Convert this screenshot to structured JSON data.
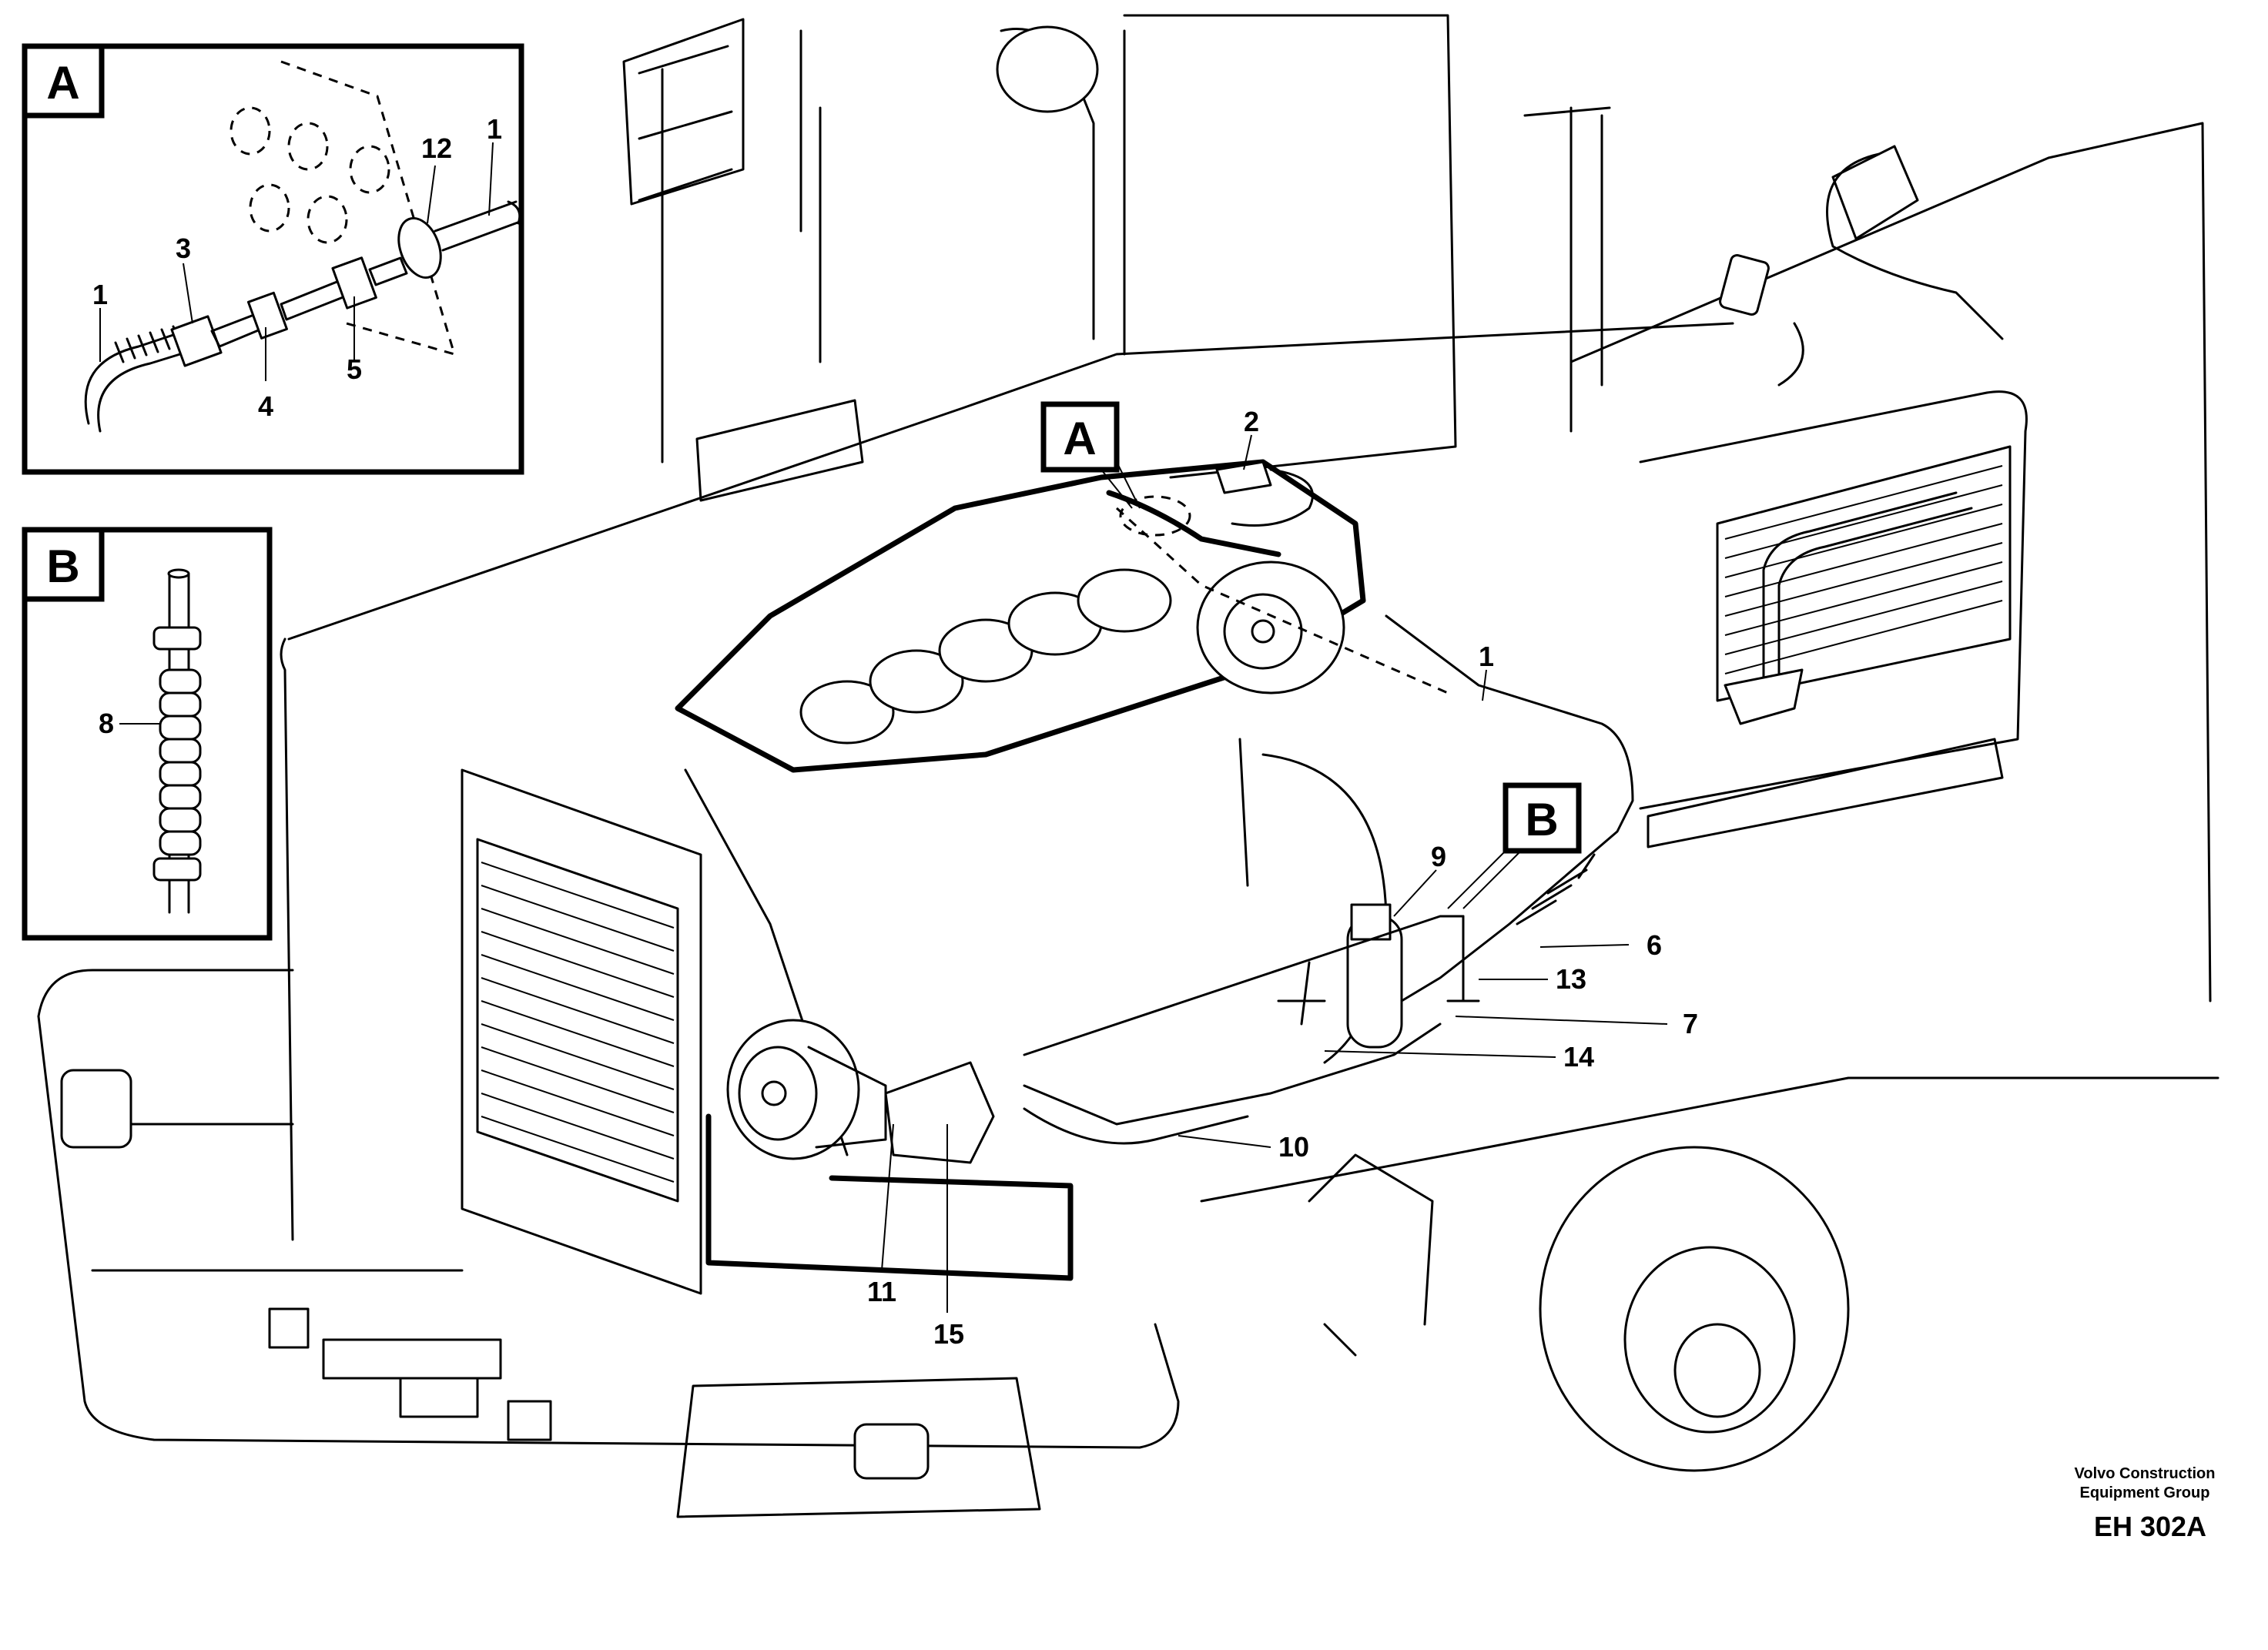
{
  "detail_a": {
    "label": "A",
    "callouts": [
      "12",
      "1",
      "3",
      "1",
      "4",
      "5"
    ]
  },
  "detail_b": {
    "label": "B",
    "callouts": [
      "8"
    ]
  },
  "main": {
    "marker_a": "A",
    "marker_b": "B",
    "callouts": {
      "c1": "1",
      "c2": "2",
      "c6": "6",
      "c7": "7",
      "c9": "9",
      "c10": "10",
      "c11": "11",
      "c13": "13",
      "c14": "14",
      "c15": "15"
    }
  },
  "footer": {
    "line1": "Volvo Construction",
    "line2": "Equipment Group",
    "code": "EH 302A"
  }
}
